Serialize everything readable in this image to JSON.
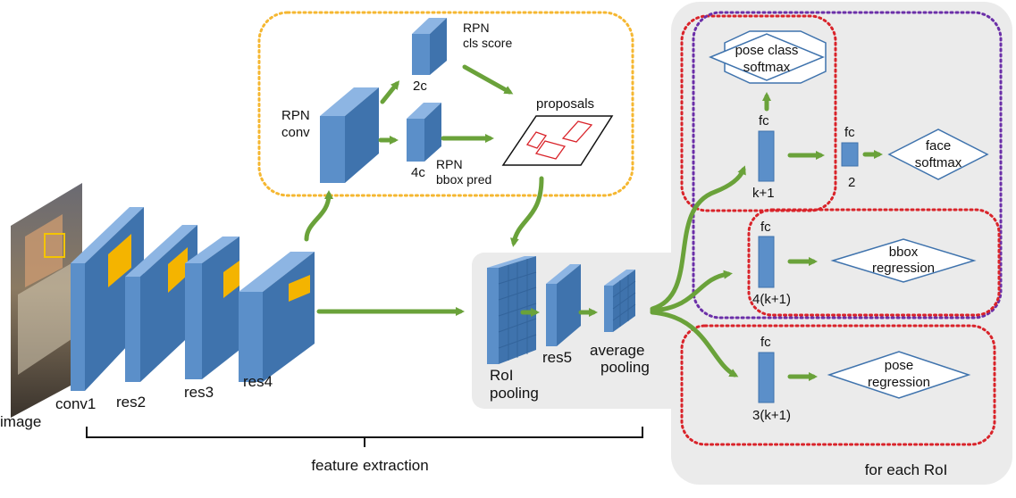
{
  "labels": {
    "image": "image",
    "conv1": "conv1",
    "res2": "res2",
    "res3": "res3",
    "res4": "res4",
    "rpn_conv_1": "RPN",
    "rpn_conv_2": "conv",
    "rpn_cls_1": "RPN",
    "rpn_cls_2": "cls score",
    "rpn_cls_ch": "2c",
    "rpn_bbox_1": "RPN",
    "rpn_bbox_2": "bbox pred",
    "rpn_bbox_ch": "4c",
    "proposals": "proposals",
    "roi_pool_1": "RoI",
    "roi_pool_2": "pooling",
    "res5": "res5",
    "avg_pool_1": "average",
    "avg_pool_2": "pooling",
    "fc": "fc",
    "k_plus_1": "k+1",
    "four_k_plus_1": "4(k+1)",
    "three_k_plus_1": "3(k+1)",
    "two": "2",
    "pose_class_1": "pose class",
    "pose_class_2": "softmax",
    "face_softmax_1": "face",
    "face_softmax_2": "softmax",
    "bbox_reg_1": "bbox",
    "bbox_reg_2": "regression",
    "pose_reg_1": "pose",
    "pose_reg_2": "regression",
    "feature_extraction": "feature extraction",
    "for_each_roi": "for each RoI"
  },
  "colors": {
    "block_front": "#5b8fc9",
    "block_top": "#8db5e3",
    "block_side": "#3f73ad",
    "feature_map": "#f4b400",
    "arrow": "#6aa23a",
    "rpn_border": "#f5b731",
    "roi_panel": "#ebebeb",
    "red_dotted": "#d9232a",
    "purple_dotted": "#6b2fa8",
    "proposal_box": "#d9232a",
    "diamond_border": "#3f73ad"
  }
}
